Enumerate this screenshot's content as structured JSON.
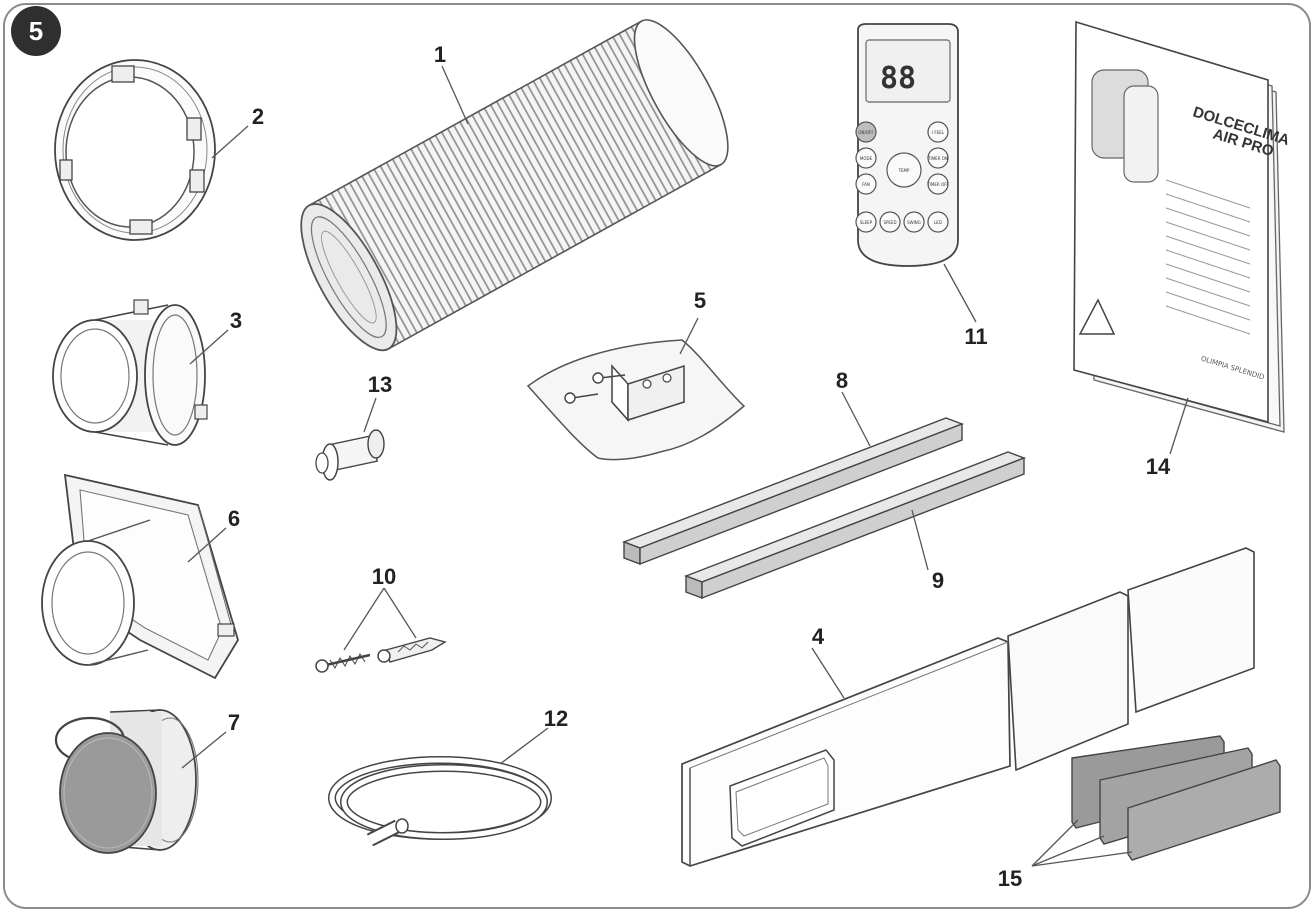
{
  "figure": {
    "step_badge": "5",
    "callouts": [
      "1",
      "2",
      "3",
      "4",
      "5",
      "6",
      "7",
      "8",
      "9",
      "10",
      "11",
      "12",
      "13",
      "14",
      "15"
    ]
  },
  "remote": {
    "display_digits": "88",
    "buttons": [
      "ON/OFF",
      "I FEEL",
      "MODE",
      "FAN",
      "TEMP",
      "TIMER ON",
      "TIMER OFF",
      "SLEEP",
      "SPEED",
      "SWING",
      "LED"
    ]
  },
  "manual": {
    "title_line1": "DOLCECLIMA",
    "title_line2": "AIR PRO",
    "brand": "OLIMPIA SPLENDID"
  }
}
